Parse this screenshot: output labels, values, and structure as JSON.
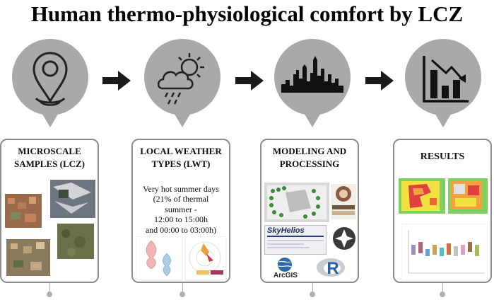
{
  "title": "Human thermo-physiological comfort by LCZ",
  "steps": [
    {
      "icon": "location-pin-icon",
      "line1": "MICROSCALE",
      "line2": "SAMPLES (LCZ)"
    },
    {
      "icon": "weather-cloud-sun-rain-icon",
      "line1": "LOCAL WEATHER",
      "line2": "TYPES (LWT)",
      "description": [
        "Very hot summer days",
        "(21% of thermal",
        "summer -",
        "12:00 to 15:00h",
        "and 00:00 to 03:00h)"
      ]
    },
    {
      "icon": "city-skyline-icon",
      "line1": "MODELING AND",
      "line2": "PROCESSING",
      "software": {
        "skyhelios": "SkyHelios",
        "arcgis": "ArcGIS",
        "r": "R"
      }
    },
    {
      "icon": "chart-decline-icon",
      "line1": "RESULTS"
    }
  ],
  "colors": {
    "circle": "#a9a9a9",
    "border": "#8c8c8c",
    "arrow": "#1a1a1a"
  }
}
